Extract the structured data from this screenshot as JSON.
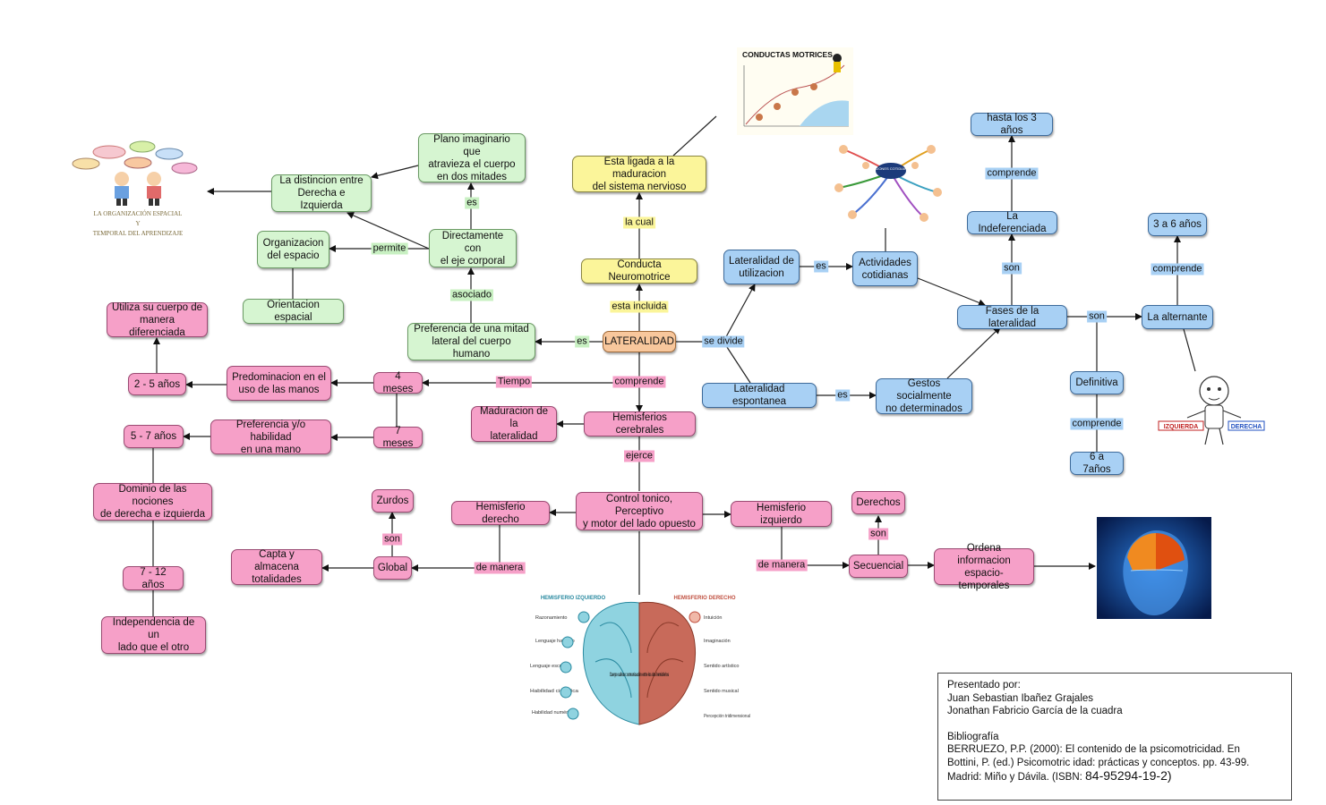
{
  "nodes": {
    "lateralidad": "LATERALIDAD",
    "conducta_neuromotrice": "Conducta Neuromotrice",
    "esta_ligada": "Esta ligada a la maduracion\ndel sistema nervioso",
    "preferencia_mitad": "Preferencia de una mitad\nlateral del cuerpo humano",
    "directamente": "Directamente con\nel eje corporal",
    "plano_imaginario": "Plano imaginario que\natravieza el cuerpo\nen dos mitades",
    "distincion": "La distincion entre\nDerecha e Izquierda",
    "organizacion_espacio": "Organizacion\ndel espacio",
    "orientacion_espacial": "Orientacion espacial",
    "hemisferios": "Hemisferios cerebrales",
    "maduracion_lateralidad": "Maduracion de la\nlateralidad",
    "cuatro_meses": "4 meses",
    "siete_meses": "7 meses",
    "predominacion": "Predominacion en el\nuso de las manos",
    "preferencia_habilidad": "Preferencia y/o habilidad\nen una mano",
    "dos_cinco": "2 - 5 años",
    "utiliza": "Utiliza su cuerpo de\nmanera diferenciada",
    "cinco_siete": "5 - 7 años",
    "dominio": "Dominio de las nociones\nde derecha e izquierda",
    "siete_doce": "7 - 12 años",
    "independencia": "Independencia de un\nlado que el otro",
    "control_tonico": "Control tonico, Perceptivo\ny motor del lado opuesto",
    "hemisferio_derecho": "Hemisferio derecho",
    "hemisferio_izquierdo": "Hemisferio izquierdo",
    "global": "Global",
    "zurdos": "Zurdos",
    "capta": "Capta y almacena\ntotalidades",
    "secuencial": "Secuencial",
    "derechos": "Derechos",
    "ordena": "Ordena informacion\nespacio-temporales",
    "lat_utilizacion": "Lateralidad de\nutilizacion",
    "lat_espontanea": "Lateralidad espontanea",
    "actividades": "Actividades\ncotidianas",
    "gestos": "Gestos socialmente\nno determinados",
    "fases": "Fases de la lateralidad",
    "indeferenciada": "La Indeferenciada",
    "hasta_tres": "hasta los 3 años",
    "alternante": "La alternante",
    "tres_seis": "3 a 6 años",
    "definitiva": "Definitiva",
    "seis_siete": "6 a 7años"
  },
  "links": {
    "la_cual": "la cual",
    "esta_incluida": "esta incluida",
    "es_pref": "es",
    "asociado": "asociado",
    "es_plano": "es",
    "permite": "permite",
    "comprende_hem": "comprende",
    "tiempo": "Tiempo",
    "ejerce": "ejerce",
    "son_zurdos": "son",
    "de_manera_der": "de manera",
    "de_manera_izq": "de manera",
    "son_derechos": "son",
    "se_divide": "se divide",
    "es_util": "es",
    "es_esp": "es",
    "son_fases": "son",
    "comprende_indef": "comprende",
    "son_alt": "son",
    "comprende_alt": "comprende",
    "comprende_def": "comprende"
  },
  "images": {
    "conductas_title": "CONDUCTAS MOTRICES",
    "organizacion_caption_1": "LA ORGANIZACIÓN ESPACIAL",
    "organizacion_caption_2": "Y",
    "organizacion_caption_3": "TEMPORAL DEL APRENDIZAJE",
    "brain_left_title": "HEMISFERIO IZQUIERDO",
    "brain_right_title": "HEMISFERIO DERECHO",
    "brain_left_items": [
      "Razonamiento",
      "Lenguaje hablado",
      "Lenguaje escrito",
      "Habilidad científica",
      "Habilidad numérica"
    ],
    "brain_right_items": [
      "Intuición",
      "Imaginación",
      "Sentido artístico",
      "Sentido musical",
      "Percepción tridimensional"
    ],
    "brain_center": "Cuerpo calloso: comunicación entre los dos hemisferios",
    "acciones_center": "ACCIONES COTIDIANAS",
    "izquierda": "IZQUIERDA",
    "derecha": "DERECHA"
  },
  "credits": {
    "presentado": "Presentado por:",
    "author1": "Juan Sebastian Ibañez Grajales",
    "author2": "Jonathan Fabricio García de la cuadra",
    "biblio": "Bibliografía",
    "ref1": "BERRUEZO, P.P. (2000): El contenido de la psicomotricidad. En",
    "ref2": "Bottini, P. (ed.) Psicomotric idad: prácticas y conceptos. pp. 43-99.",
    "ref3": "Madrid: Miño y Dávila. (ISBN: ",
    "isbn": "84-95294-19-2)"
  },
  "colors": {
    "pink": "#f6a0c8",
    "green": "#d6f5d1",
    "yellow": "#fbf59a",
    "blue": "#a8d0f4",
    "orange": "#f8c79c"
  }
}
